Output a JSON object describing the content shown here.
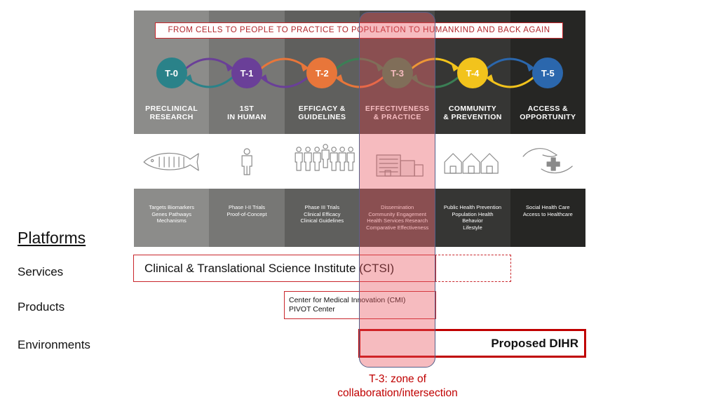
{
  "banner": "FROM CELLS TO PEOPLE TO PRACTICE TO POPULATION TO HUMANKIND AND BACK AGAIN",
  "stages": [
    {
      "id": "T-0",
      "title": "PRECLINICAL\nRESEARCH",
      "desc": "Targets Biomarkers\nGenes Pathways\nMechanisms",
      "icon": "fish-icon",
      "circle_color": "#2a8289",
      "top_bg": "#8c8c8a",
      "bot_bg": "#8c8c8a"
    },
    {
      "id": "T-1",
      "title": "1ST\nIN HUMAN",
      "desc": "Phase I-II Trials\nProof-of-Concept",
      "icon": "person-icon",
      "circle_color": "#6a3f98",
      "top_bg": "#777775",
      "bot_bg": "#777775"
    },
    {
      "id": "T-2",
      "title": "EFFICACY &\nGUIDELINES",
      "desc": "Phase III Trials\nClinical Efficacy\nClinical Guidelines",
      "icon": "group-icon",
      "circle_color": "#e8763a",
      "top_bg": "#5f5f5d",
      "bot_bg": "#5f5f5d"
    },
    {
      "id": "T-3",
      "title": "EFFECTIVENESS\n& PRACTICE",
      "desc": "Dissemination\nCommunity Engagement\nHealth Services Research\nComparative Effectiveness",
      "icon": "building-icon",
      "circle_color": "#3b7f55",
      "top_bg": "#4b4b49",
      "bot_bg": "#4b4b49"
    },
    {
      "id": "T-4",
      "title": "COMMUNITY\n& PREVENTION",
      "desc": "Public Health Prevention\nPopulation Health\nBehavior\nLifestyle",
      "icon": "houses-icon",
      "circle_color": "#f2c31c",
      "top_bg": "#363634",
      "bot_bg": "#363634"
    },
    {
      "id": "T-5",
      "title": "ACCESS &\nOPPORTUNITY",
      "desc": "Social Health Care\nAccess to Healthcare",
      "icon": "hands-cross-icon",
      "circle_color": "#2b67ad",
      "top_bg": "#262624",
      "bot_bg": "#262624"
    }
  ],
  "arc_colors": [
    "#2a8289",
    "#6a3f98",
    "#e8763a",
    "#3b7f55",
    "#f2c31c",
    "#2b67ad"
  ],
  "platforms": {
    "title": "Platforms",
    "rows": [
      {
        "label": "Services",
        "box": "Clinical & Translational Science Institute (CTSI)"
      },
      {
        "label": "Products",
        "box_lines": [
          "Center for Medical Innovation (CMI)",
          "PIVOT Center"
        ]
      },
      {
        "label": "Environments",
        "box": "Proposed DIHR"
      }
    ]
  },
  "highlight": {
    "caption": "T-3: zone of\ncollaboration/intersection",
    "color": "#c00000"
  }
}
